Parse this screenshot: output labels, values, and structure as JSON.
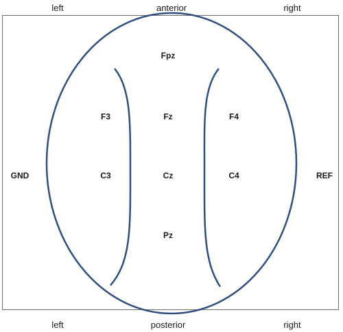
{
  "edge_labels": {
    "top_left": "left",
    "top_center": "anterior",
    "top_right": "right",
    "bottom_left": "left",
    "bottom_center": "posterior",
    "bottom_right": "right"
  },
  "side_electrodes": {
    "left": "GND",
    "right": "REF"
  },
  "electrodes": {
    "fpz": "Fpz",
    "f3": "F3",
    "fz": "Fz",
    "f4": "F4",
    "c3": "C3",
    "cz": "Cz",
    "c4": "C4",
    "pz": "Pz"
  },
  "colors": {
    "outline": "#2e4f7e",
    "frame": "#6d6d6d",
    "text": "#1a1a1a"
  }
}
